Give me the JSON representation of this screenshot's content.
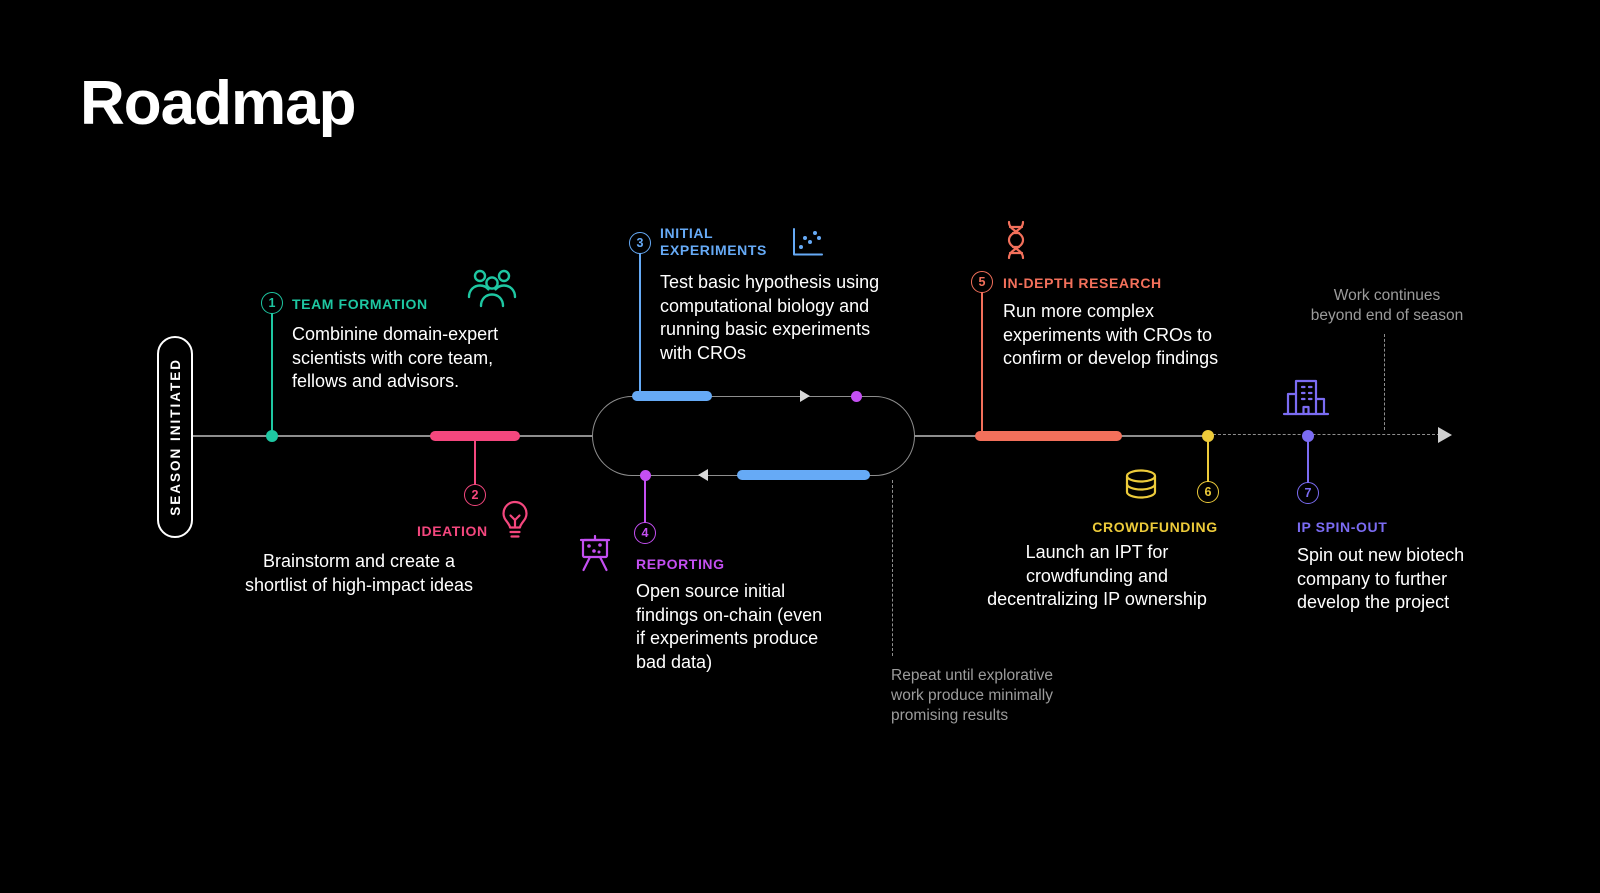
{
  "page": {
    "title": "Roadmap"
  },
  "colors": {
    "background": "#000000",
    "line": "#8E8E8E",
    "text": "#FFFFFF",
    "muted": "#9C9C9C"
  },
  "timeline": {
    "start_label": "SEASON INITIATED",
    "repeat_note": "Repeat until explorative\nwork produce minimally\npromising results",
    "continue_note": "Work continues\nbeyond end of season"
  },
  "steps": [
    {
      "number": "1",
      "label": "TEAM FORMATION",
      "description": "Combinine domain-expert\nscientists with core team,\nfellows and advisors.",
      "color": "#1EC7A2",
      "icon": "team-icon"
    },
    {
      "number": "2",
      "label": "IDEATION",
      "description": "Brainstorm and create a\nshortlist of high-impact ideas",
      "color": "#F4477E",
      "icon": "lightbulb-icon"
    },
    {
      "number": "3",
      "label": "INITIAL\nEXPERIMENTS",
      "description": "Test basic hypothesis using\ncomputational biology and\nrunning basic experiments\nwith CROs",
      "color": "#66AAF6",
      "icon": "scatter-chart-icon"
    },
    {
      "number": "4",
      "label": "REPORTING",
      "description": "Open source initial\nfindings on-chain (even\nif experiments produce\nbad data)",
      "color": "#C44FF2",
      "icon": "presentation-board-icon"
    },
    {
      "number": "5",
      "label": "IN-DEPTH RESEARCH",
      "description": "Run more complex\nexperiments with CROs to\nconfirm or develop findings",
      "color": "#F3705B",
      "icon": "dna-icon"
    },
    {
      "number": "6",
      "label": "CROWDFUNDING",
      "description": "Launch an IPT for\ncrowdfunding and\ndecentralizing IP ownership",
      "color": "#EDCB3A",
      "icon": "coins-icon"
    },
    {
      "number": "7",
      "label": "IP SPIN-OUT",
      "description": "Spin out new biotech\ncompany to further\ndevelop the project",
      "color": "#7B6CF3",
      "icon": "building-icon"
    }
  ]
}
